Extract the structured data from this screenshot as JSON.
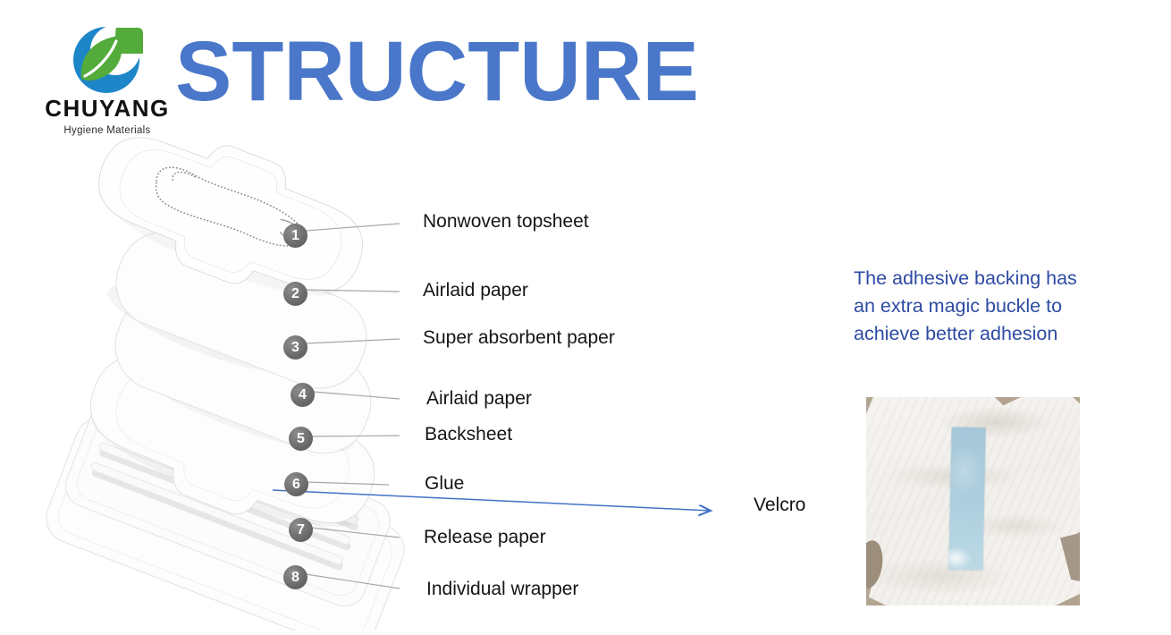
{
  "logo": {
    "company": "CHUYANG",
    "tagline": "Hygiene Materials",
    "mark_icon": "leaf-in-blue-circle"
  },
  "title": "STRUCTURE",
  "diagram": {
    "layers": [
      {
        "num": "1",
        "label": "Nonwoven topsheet"
      },
      {
        "num": "2",
        "label": "Airlaid paper"
      },
      {
        "num": "3",
        "label": "Super absorbent paper"
      },
      {
        "num": "4",
        "label": "Airlaid paper"
      },
      {
        "num": "5",
        "label": "Backsheet"
      },
      {
        "num": "6",
        "label": "Glue"
      },
      {
        "num": "7",
        "label": "Release paper"
      },
      {
        "num": "8",
        "label": "Individual wrapper"
      }
    ],
    "callout_label": "Velcro"
  },
  "note": {
    "line1": "The adhesive backing has",
    "line2": "an extra magic buckle to",
    "line3": "achieve better adhesion"
  },
  "colors": {
    "title_blue": "#4a77c9",
    "note_blue": "#2e4ba3",
    "arrow_blue": "#4472c4",
    "badge_gray": "#6f6f6f",
    "logo_blue": "#1d86c8",
    "logo_green": "#52ab3a",
    "velcro_strip_blue": "#aecfdf"
  }
}
